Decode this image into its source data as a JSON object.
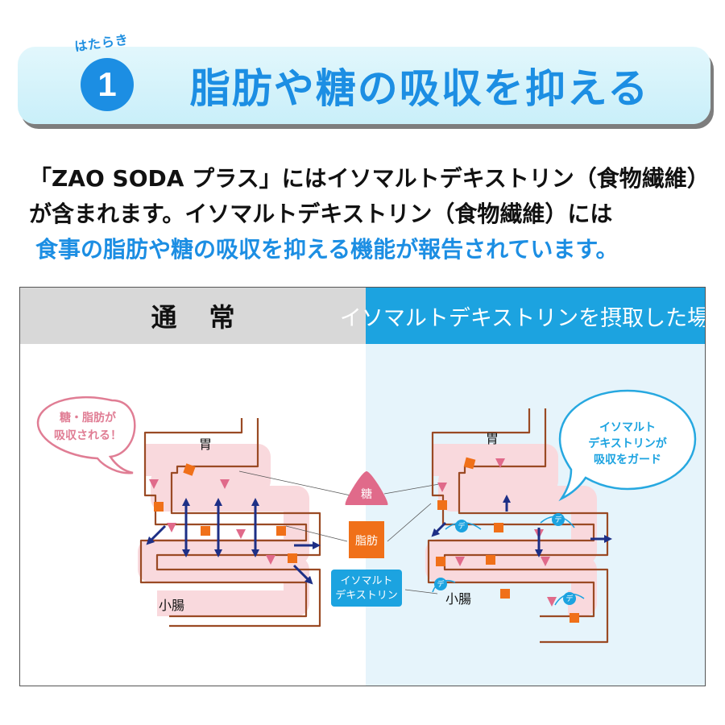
{
  "header": {
    "badge_label": "はたらき",
    "number": "1",
    "title": "脂肪や糖の吸収を抑える"
  },
  "body": {
    "line1": "「ZAO SODA プラス」にはイソマルトデキストリン（食物繊維）",
    "line2": "が含まれます。イソマルトデキストリン（食物繊維）には",
    "line3": "食事の脂肪や糖の吸収を抑える機能が報告されています。"
  },
  "diagram": {
    "left_header": "通常",
    "right_header": "イソマルトデキストリンを摂取した場合",
    "left_bubble": [
      "糖・脂肪が",
      "吸収される！"
    ],
    "right_bubble": [
      "イソマルト",
      "デキストリンが",
      "吸収をガード"
    ],
    "stomach_label": "胃",
    "small_intestine_label": "小腸",
    "legend": {
      "sugar": "糖",
      "fat": "脂肪",
      "isomalto": [
        "イソマルト",
        "デキストリン"
      ]
    },
    "guard_glyph": "デ",
    "icons": {
      "sugar": "sugar-triangle-icon",
      "fat": "fat-square-icon",
      "isomalto": "isomalto-circle-icon",
      "arrow": "absorption-arrow-icon"
    },
    "colors": {
      "accent_blue": "#1c8ee3",
      "header_blue": "#1ca3e0",
      "sugar_pink": "#e06a8a",
      "fat_orange": "#f07019",
      "intestine_wall": "#9a4a24",
      "intestine_fill": "#f9d9dd",
      "arrow_navy": "#1d2f86",
      "left_bubble_border": "#e07d94",
      "right_bubble_border": "#27a8e0"
    }
  }
}
